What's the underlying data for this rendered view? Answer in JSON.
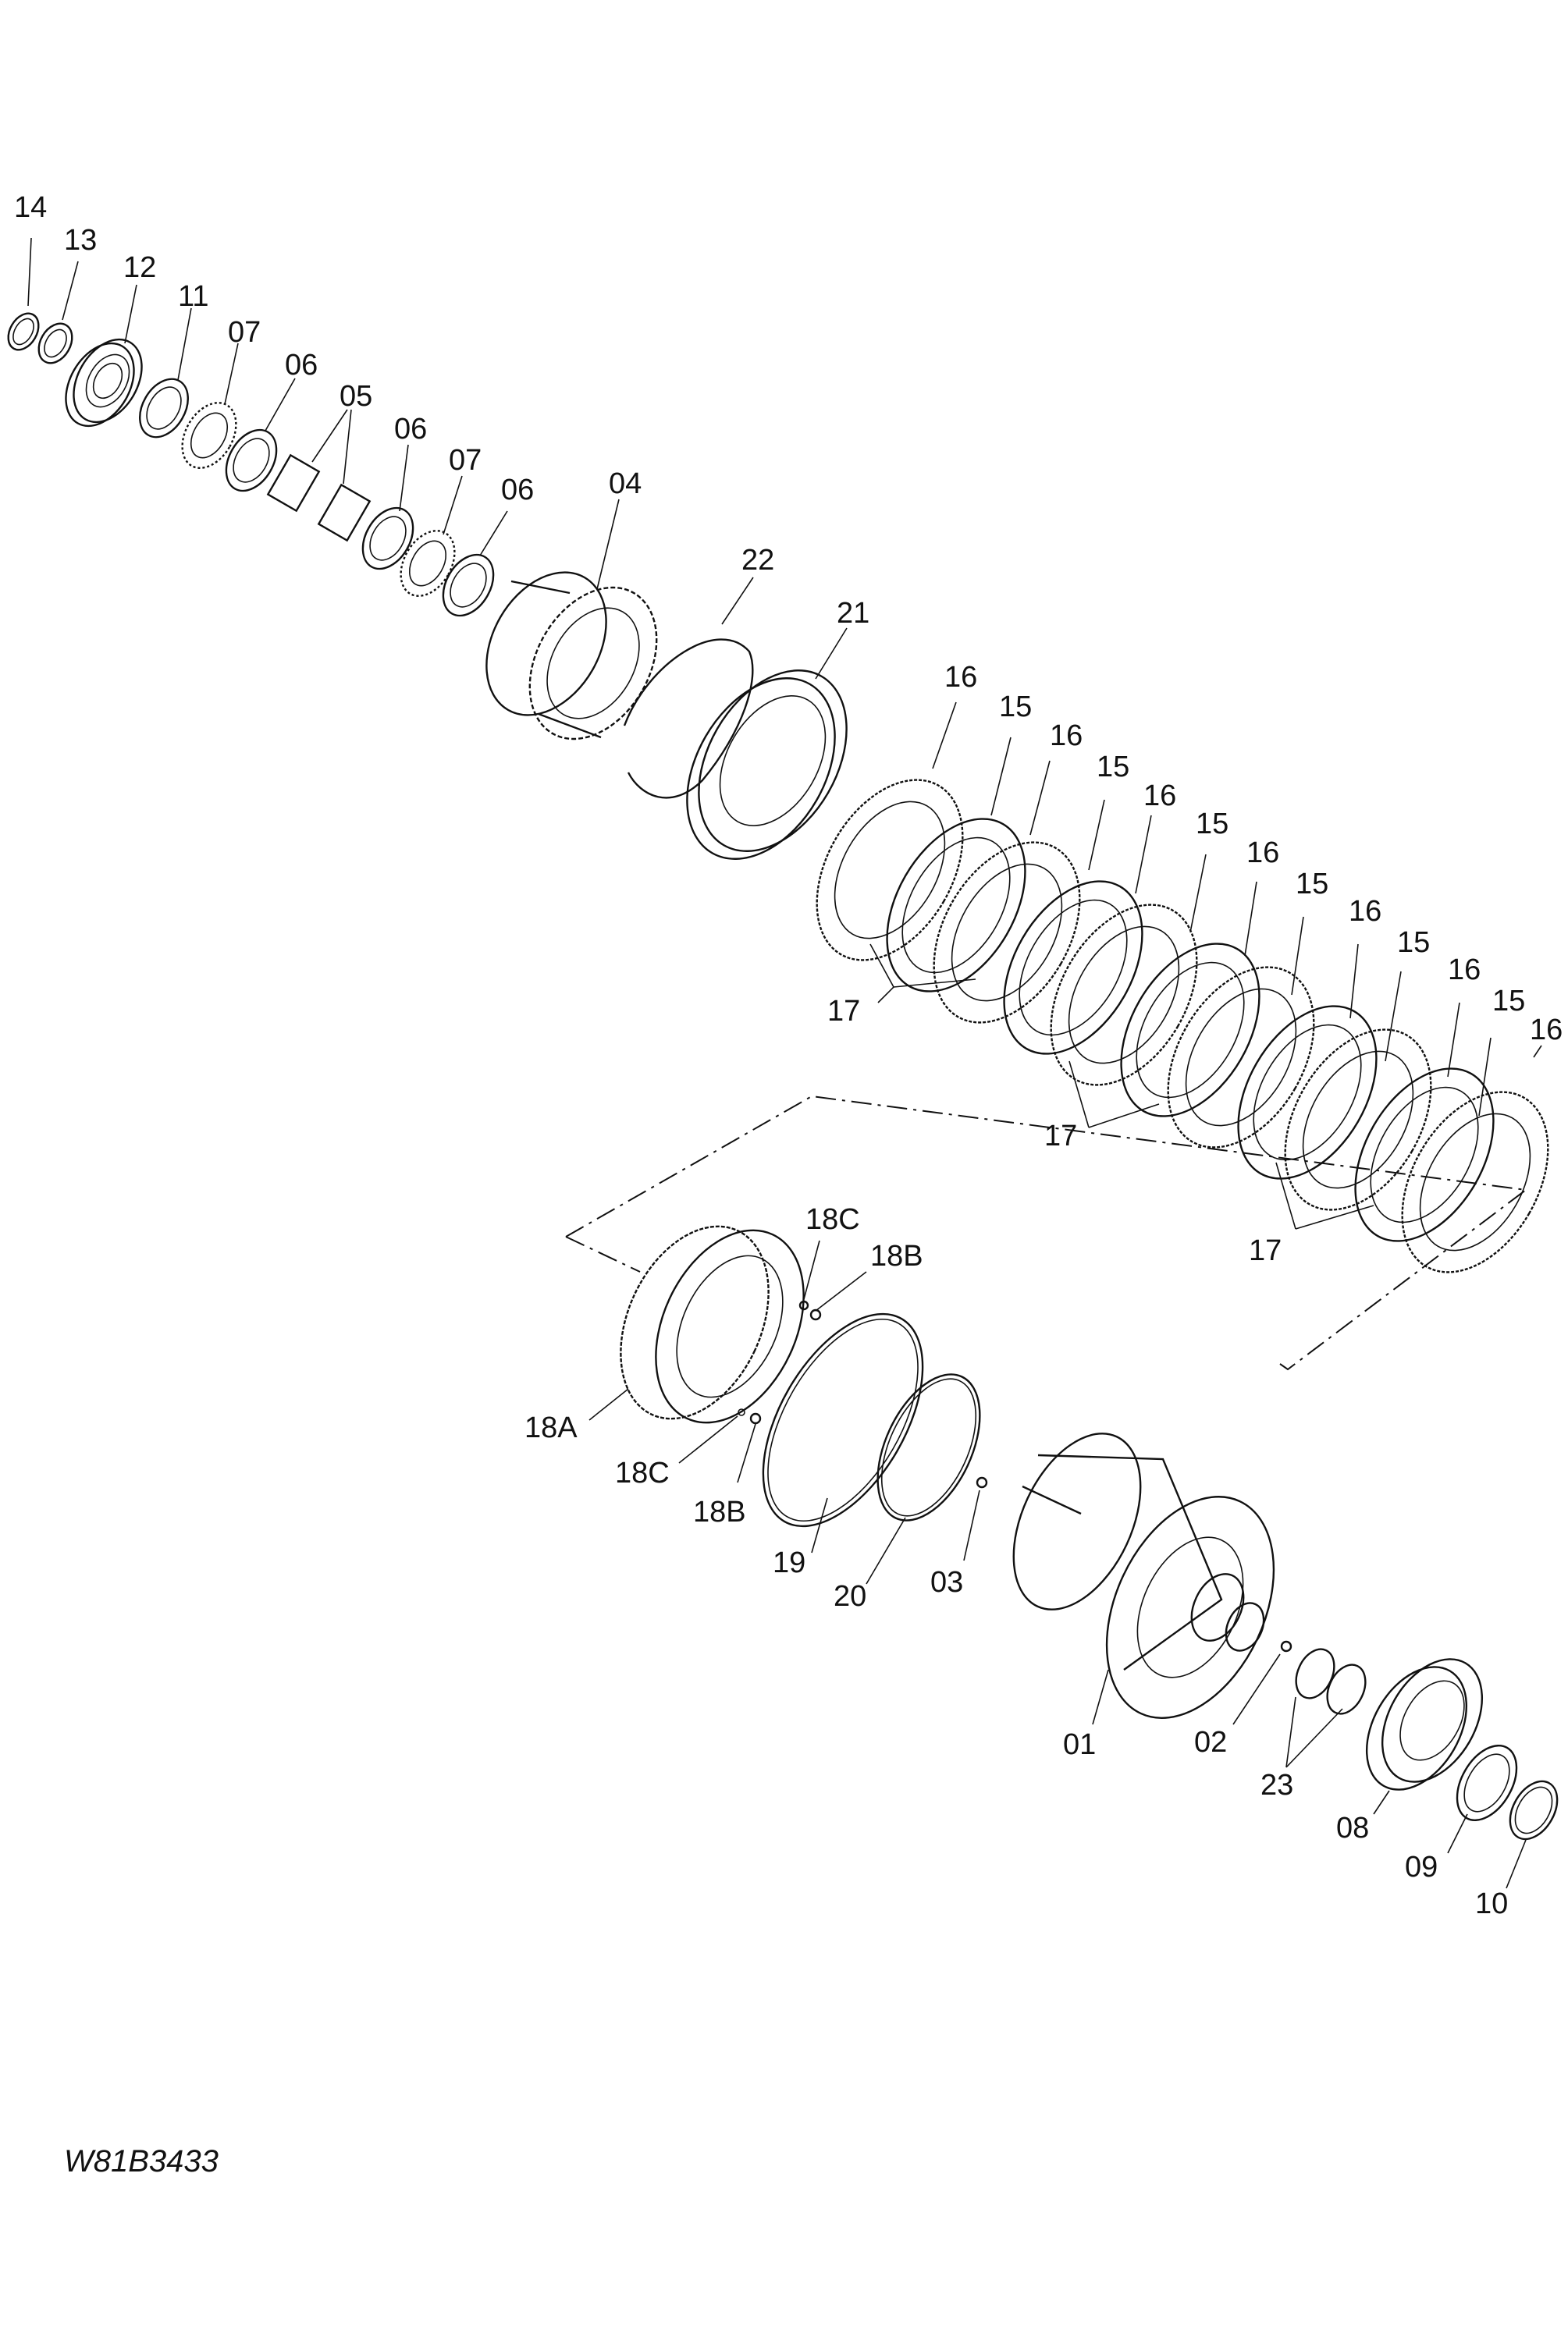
{
  "drawing_ref": "W81B3433",
  "callouts": {
    "c01": "01",
    "c02": "02",
    "c03": "03",
    "c04": "04",
    "c05": "05",
    "c06": "06",
    "c07": "07",
    "c08": "08",
    "c09": "09",
    "c10": "10",
    "c11": "11",
    "c12": "12",
    "c13": "13",
    "c14": "14",
    "c15": "15",
    "c16": "16",
    "c17": "17",
    "c18A": "18A",
    "c18B": "18B",
    "c18C": "18C",
    "c19": "19",
    "c20": "20",
    "c21": "21",
    "c22": "22",
    "c23": "23"
  }
}
